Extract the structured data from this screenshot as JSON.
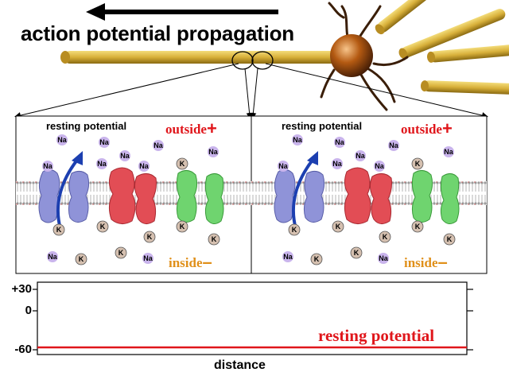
{
  "title": "action potential propagation",
  "panels": [
    {
      "label": "resting potential",
      "outside": "outside",
      "outside_sign": "+",
      "inside": "inside",
      "inside_sign": "–"
    },
    {
      "label": "resting potential",
      "outside": "outside",
      "outside_sign": "+",
      "inside": "inside",
      "inside_sign": "–"
    }
  ],
  "ions": {
    "sodium": "Na",
    "potassium": "K"
  },
  "graph": {
    "y_ticks": [
      "+30",
      "0",
      "-60"
    ],
    "xlabel": "distance",
    "trace_label": "resting potential"
  },
  "colors": {
    "positive": "#e0161b",
    "negative": "#e0901a",
    "axon": "#d8b03a",
    "arrow": "#1c3fb0",
    "na_ion": "#c9b4ec",
    "k_ion": "#d5c0b0",
    "channel_blue": "#8f93d8",
    "channel_red": "#e24d55",
    "channel_green": "#6fd46f"
  }
}
